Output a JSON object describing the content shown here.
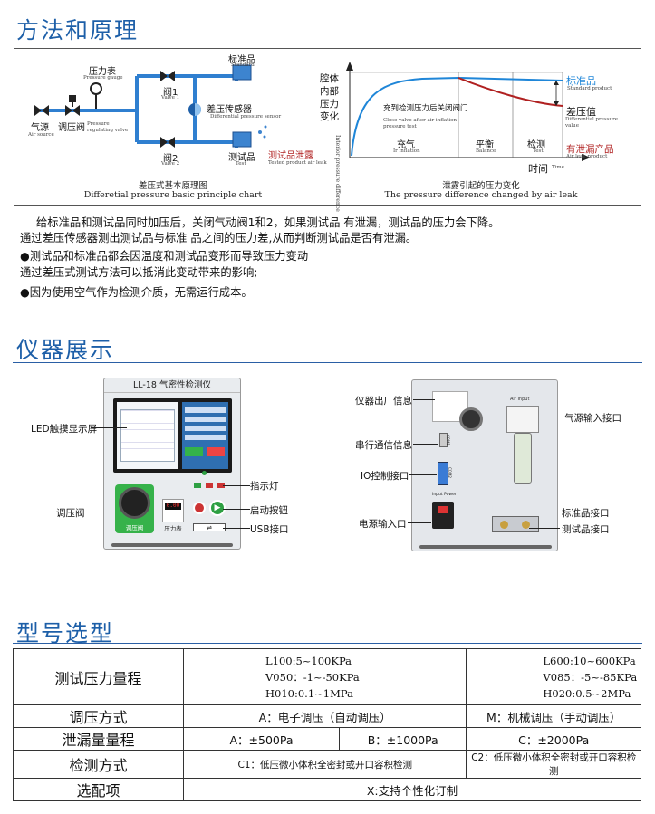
{
  "section1": {
    "title": "方法和原理",
    "diagram": {
      "source_label": "气源",
      "source_sub": "Air source",
      "regulator_label": "调压阀",
      "regulator_sub": "Pressure regulating valve",
      "gauge_label": "压力表",
      "gauge_sub": "Pressure gauge",
      "valve1_label": "阀1",
      "valve1_sub": "Valve 1",
      "valve2_label": "阀2",
      "valve2_sub": "Valve 2",
      "sensor_label": "差压传感器",
      "sensor_sub": "Differential pressure sensor",
      "standard_label": "标准品",
      "standard_sub": "Standard",
      "test_label": "测试品",
      "test_sub": "Test",
      "leak_label": "测试品泄露",
      "leak_sub": "Tested product air leak",
      "caption_cn": "差压式基本原理图",
      "caption_en": "Differetial pressure basic principle chart"
    },
    "chart": {
      "ylabel": "腔体内部压力变化",
      "ylabel_en": "Interior pressure difference",
      "note_cn": "充到检测压力后关闭阀门",
      "note_en": "Close valve after air inflation pressure test",
      "phase1": "充气",
      "phase1_sub": "Ir inflation",
      "phase2": "平衡",
      "phase2_sub": "Balance",
      "phase3": "检测",
      "phase3_sub": "Test",
      "xlabel": "时间",
      "xlabel_sub": "Time",
      "standard": "标准品",
      "standard_sub": "Standard product",
      "diff": "差压值",
      "diff_sub": "Differential pressure value",
      "leak": "有泄漏产品",
      "leak_sub": "Air leak product",
      "caption_cn": "泄露引起的压力变化",
      "caption_en": "The pressure difference changed by air leak",
      "blue": "#1f86d8",
      "red": "#b02020"
    },
    "paragraphs": [
      "给标准品和测试品同时加压后，关闭气动阀1和2，如果测试品 有泄漏，测试品的压力会下降。",
      "通过差压传感器测出测试品与标准 品之间的压力差,从而判断测试品是否有泄漏。",
      "●测试品和标准品都会因温度和测试品变形而导致压力变动",
      "通过差压式测试方法可以抵消此变动带来的影响;",
      "●因为使用空气作为检测介质，无需运行成本。"
    ]
  },
  "section2": {
    "title": "仪器展示",
    "front": {
      "model": "LL-18",
      "name": "气密性检测仪",
      "knob_label": "调压阀",
      "gauge_label": "压力表",
      "gauge_value": "0.00"
    },
    "labels": {
      "led": "LED触摸显示屏",
      "regulator": "调压阀",
      "indicator": "指示灯",
      "start": "启动按钮",
      "usb": "USB接口",
      "factory_info": "仪器出厂信息",
      "serial": "串行通信信息",
      "io": "IO控制接口",
      "power": "电源输入口",
      "air_input": "气源输入接口",
      "standard_port": "标准品接口",
      "test_port": "测试品接口"
    },
    "back": {
      "air_input": "Air Input",
      "com1": "COM1",
      "com2": "COM2",
      "power_text": "Input Power"
    }
  },
  "section3": {
    "title": "型号选型",
    "rows": [
      {
        "header": "测试压力量程",
        "left": [
          "L100:5~100KPa",
          "V050：-1~-50KPa",
          "H010:0.1~1MPa"
        ],
        "right": [
          "L600:10~600KPa",
          "V085：-5~-85KPa",
          "H020:0.5~2MPa"
        ]
      },
      {
        "header": "调压方式",
        "left": [
          "A：电子调压（自动调压）"
        ],
        "right": [
          "M：机械调压（手动调压）"
        ]
      },
      {
        "header": "泄漏量量程",
        "cells": [
          "A：±500Pa",
          "B：±1000Pa",
          "C：±2000Pa"
        ]
      },
      {
        "header": "检测方式",
        "left": [
          "C1：低压微小体积全密封或开口容积检测"
        ],
        "right": [
          "C2：低压微小体积全密封或开口容积检测"
        ]
      },
      {
        "header": "选配项",
        "full": "X:支持个性化订制"
      }
    ]
  }
}
